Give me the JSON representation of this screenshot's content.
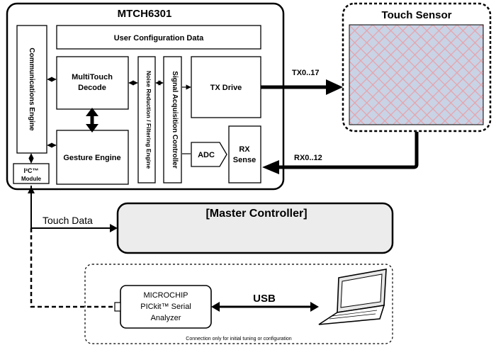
{
  "chip": {
    "title": "MTCH6301",
    "user_config": "User Configuration Data",
    "comm_engine": "Communications Engine",
    "i2c_top": "I²C™",
    "i2c_bottom": "Module",
    "multitouch_line1": "MultiTouch",
    "multitouch_line2": "Decode",
    "gesture": "Gesture Engine",
    "noise": "Noise Reduction / Filtering Engine",
    "signal": "Signal Acquisition Controller",
    "tx_drive": "TX Drive",
    "adc": "ADC",
    "rx_line1": "RX",
    "rx_line2": "Sense"
  },
  "sensor": {
    "title": "Touch Sensor"
  },
  "links": {
    "tx": "TX0..17",
    "rx": "RX0..12",
    "touch_data": "Touch Data",
    "usb": "USB"
  },
  "master": {
    "label": "[Master Controller]"
  },
  "analyzer": {
    "line1": "MICROCHIP",
    "line2": "PICkit™ Serial",
    "line3": "Analyzer"
  },
  "tuning_note": "Connection only for initial tuning or configuration",
  "colors": {
    "sensor_fill": "#c9d3e6",
    "sensor_grid": "#e6a3ab",
    "master_fill": "#ececec"
  },
  "icons": {
    "laptop": "laptop-icon"
  }
}
